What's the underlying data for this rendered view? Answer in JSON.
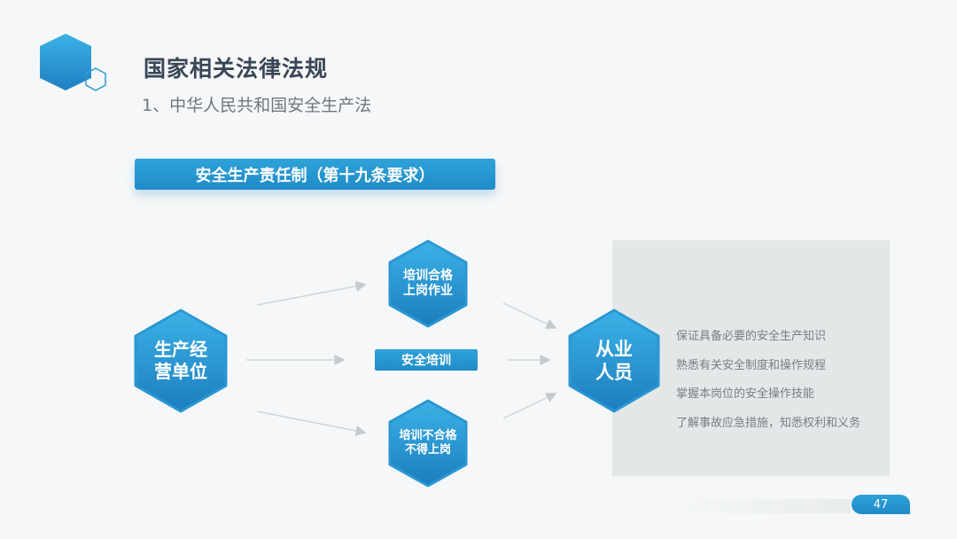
{
  "header": {
    "title": "国家相关法律法规",
    "subtitle": "1、中华人民共和国安全生产法"
  },
  "banner": {
    "label": "安全生产责任制（第十九条要求）"
  },
  "flow": {
    "source": {
      "line1": "生产经",
      "line2": "营单位"
    },
    "pass": {
      "line1": "培训合格",
      "line2": "上岗作业"
    },
    "training": {
      "label": "安全培训"
    },
    "fail": {
      "line1": "培训不合格",
      "line2": "不得上岗"
    },
    "staff": {
      "line1": "从业",
      "line2": "人员"
    }
  },
  "requirements": [
    "保证具备必要的安全生产知识",
    "熟悉有关安全制度和操作规程",
    "掌握本岗位的安全操作技能",
    "了解事故应急措施，知悉权利和义务"
  ],
  "footer": {
    "page_number": "47"
  },
  "colors": {
    "accent": "#1f8cc8",
    "accent_light": "#2fa2d9",
    "title": "#3a4556",
    "panel": "#e4e7e8"
  }
}
